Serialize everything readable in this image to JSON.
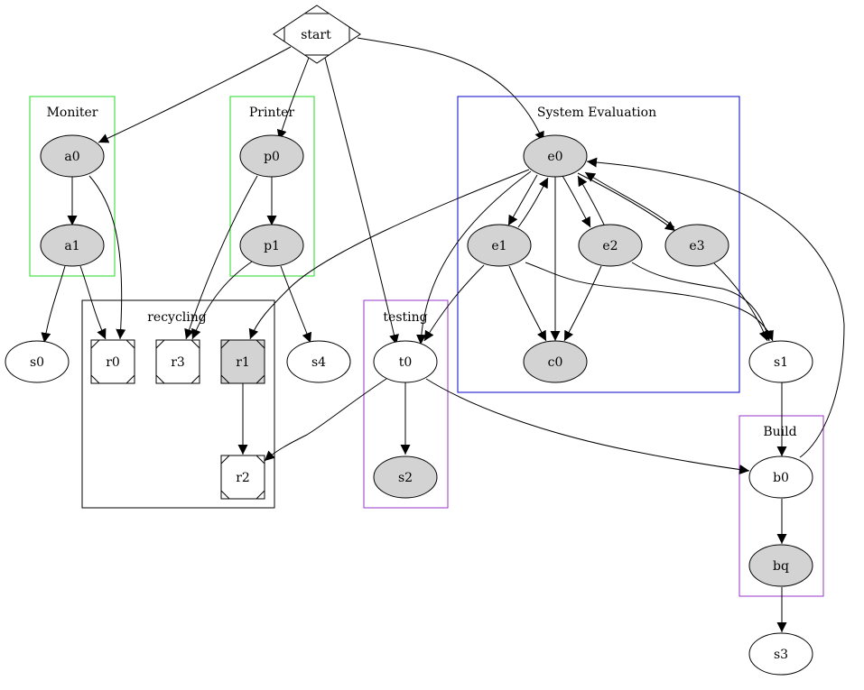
{
  "graph": {
    "clusters": [
      {
        "id": "moniter",
        "label": "Moniter",
        "color": "#22dd22"
      },
      {
        "id": "printer",
        "label": "Printer",
        "color": "#22dd22"
      },
      {
        "id": "system-evaluation",
        "label": "System Evaluation",
        "color": "#0000cc"
      },
      {
        "id": "recycling",
        "label": "recycling",
        "color": "#000000"
      },
      {
        "id": "testing",
        "label": "testing",
        "color": "#9933cc"
      },
      {
        "id": "build",
        "label": "Build",
        "color": "#9933cc"
      }
    ],
    "nodes": [
      {
        "id": "start",
        "label": "start",
        "shape": "Mdiamond",
        "filled": false
      },
      {
        "id": "a0",
        "label": "a0",
        "shape": "ellipse",
        "filled": true
      },
      {
        "id": "a1",
        "label": "a1",
        "shape": "ellipse",
        "filled": true
      },
      {
        "id": "p0",
        "label": "p0",
        "shape": "ellipse",
        "filled": true
      },
      {
        "id": "p1",
        "label": "p1",
        "shape": "ellipse",
        "filled": true
      },
      {
        "id": "e0",
        "label": "e0",
        "shape": "ellipse",
        "filled": true
      },
      {
        "id": "e1",
        "label": "e1",
        "shape": "ellipse",
        "filled": true
      },
      {
        "id": "e2",
        "label": "e2",
        "shape": "ellipse",
        "filled": true
      },
      {
        "id": "e3",
        "label": "e3",
        "shape": "ellipse",
        "filled": true
      },
      {
        "id": "c0",
        "label": "c0",
        "shape": "ellipse",
        "filled": true
      },
      {
        "id": "s0",
        "label": "s0",
        "shape": "ellipse",
        "filled": false
      },
      {
        "id": "r0",
        "label": "r0",
        "shape": "Msquare",
        "filled": false
      },
      {
        "id": "r3",
        "label": "r3",
        "shape": "Msquare",
        "filled": false
      },
      {
        "id": "r1",
        "label": "r1",
        "shape": "Msquare",
        "filled": true
      },
      {
        "id": "r2",
        "label": "r2",
        "shape": "Msquare",
        "filled": false
      },
      {
        "id": "s4",
        "label": "s4",
        "shape": "ellipse",
        "filled": false
      },
      {
        "id": "t0",
        "label": "t0",
        "shape": "ellipse",
        "filled": false
      },
      {
        "id": "s2",
        "label": "s2",
        "shape": "ellipse",
        "filled": true
      },
      {
        "id": "s1",
        "label": "s1",
        "shape": "ellipse",
        "filled": false
      },
      {
        "id": "b0",
        "label": "b0",
        "shape": "ellipse",
        "filled": false
      },
      {
        "id": "bq",
        "label": "bq",
        "shape": "ellipse",
        "filled": true
      },
      {
        "id": "s3",
        "label": "s3",
        "shape": "ellipse",
        "filled": false
      }
    ],
    "edges": [
      {
        "from": "start",
        "to": "a0"
      },
      {
        "from": "start",
        "to": "p0"
      },
      {
        "from": "start",
        "to": "t0"
      },
      {
        "from": "start",
        "to": "e0"
      },
      {
        "from": "a0",
        "to": "a1"
      },
      {
        "from": "a0",
        "to": "r0"
      },
      {
        "from": "a1",
        "to": "s0"
      },
      {
        "from": "a1",
        "to": "r0"
      },
      {
        "from": "p0",
        "to": "p1"
      },
      {
        "from": "p0",
        "to": "r3"
      },
      {
        "from": "p1",
        "to": "r3"
      },
      {
        "from": "p1",
        "to": "s4"
      },
      {
        "from": "e0",
        "to": "e1"
      },
      {
        "from": "e0",
        "to": "e2"
      },
      {
        "from": "e0",
        "to": "e3"
      },
      {
        "from": "e0",
        "to": "c0"
      },
      {
        "from": "e0",
        "to": "r1"
      },
      {
        "from": "e0",
        "to": "t0"
      },
      {
        "from": "e1",
        "to": "e0"
      },
      {
        "from": "e2",
        "to": "e0"
      },
      {
        "from": "e3",
        "to": "e0"
      },
      {
        "from": "e1",
        "to": "c0"
      },
      {
        "from": "e2",
        "to": "c0"
      },
      {
        "from": "e1",
        "to": "t0"
      },
      {
        "from": "e1",
        "to": "s1"
      },
      {
        "from": "e2",
        "to": "s1"
      },
      {
        "from": "e3",
        "to": "s1"
      },
      {
        "from": "r1",
        "to": "r2"
      },
      {
        "from": "t0",
        "to": "r2"
      },
      {
        "from": "t0",
        "to": "s2"
      },
      {
        "from": "t0",
        "to": "b0"
      },
      {
        "from": "s1",
        "to": "b0"
      },
      {
        "from": "b0",
        "to": "e0"
      },
      {
        "from": "b0",
        "to": "bq"
      },
      {
        "from": "bq",
        "to": "s3"
      }
    ]
  }
}
